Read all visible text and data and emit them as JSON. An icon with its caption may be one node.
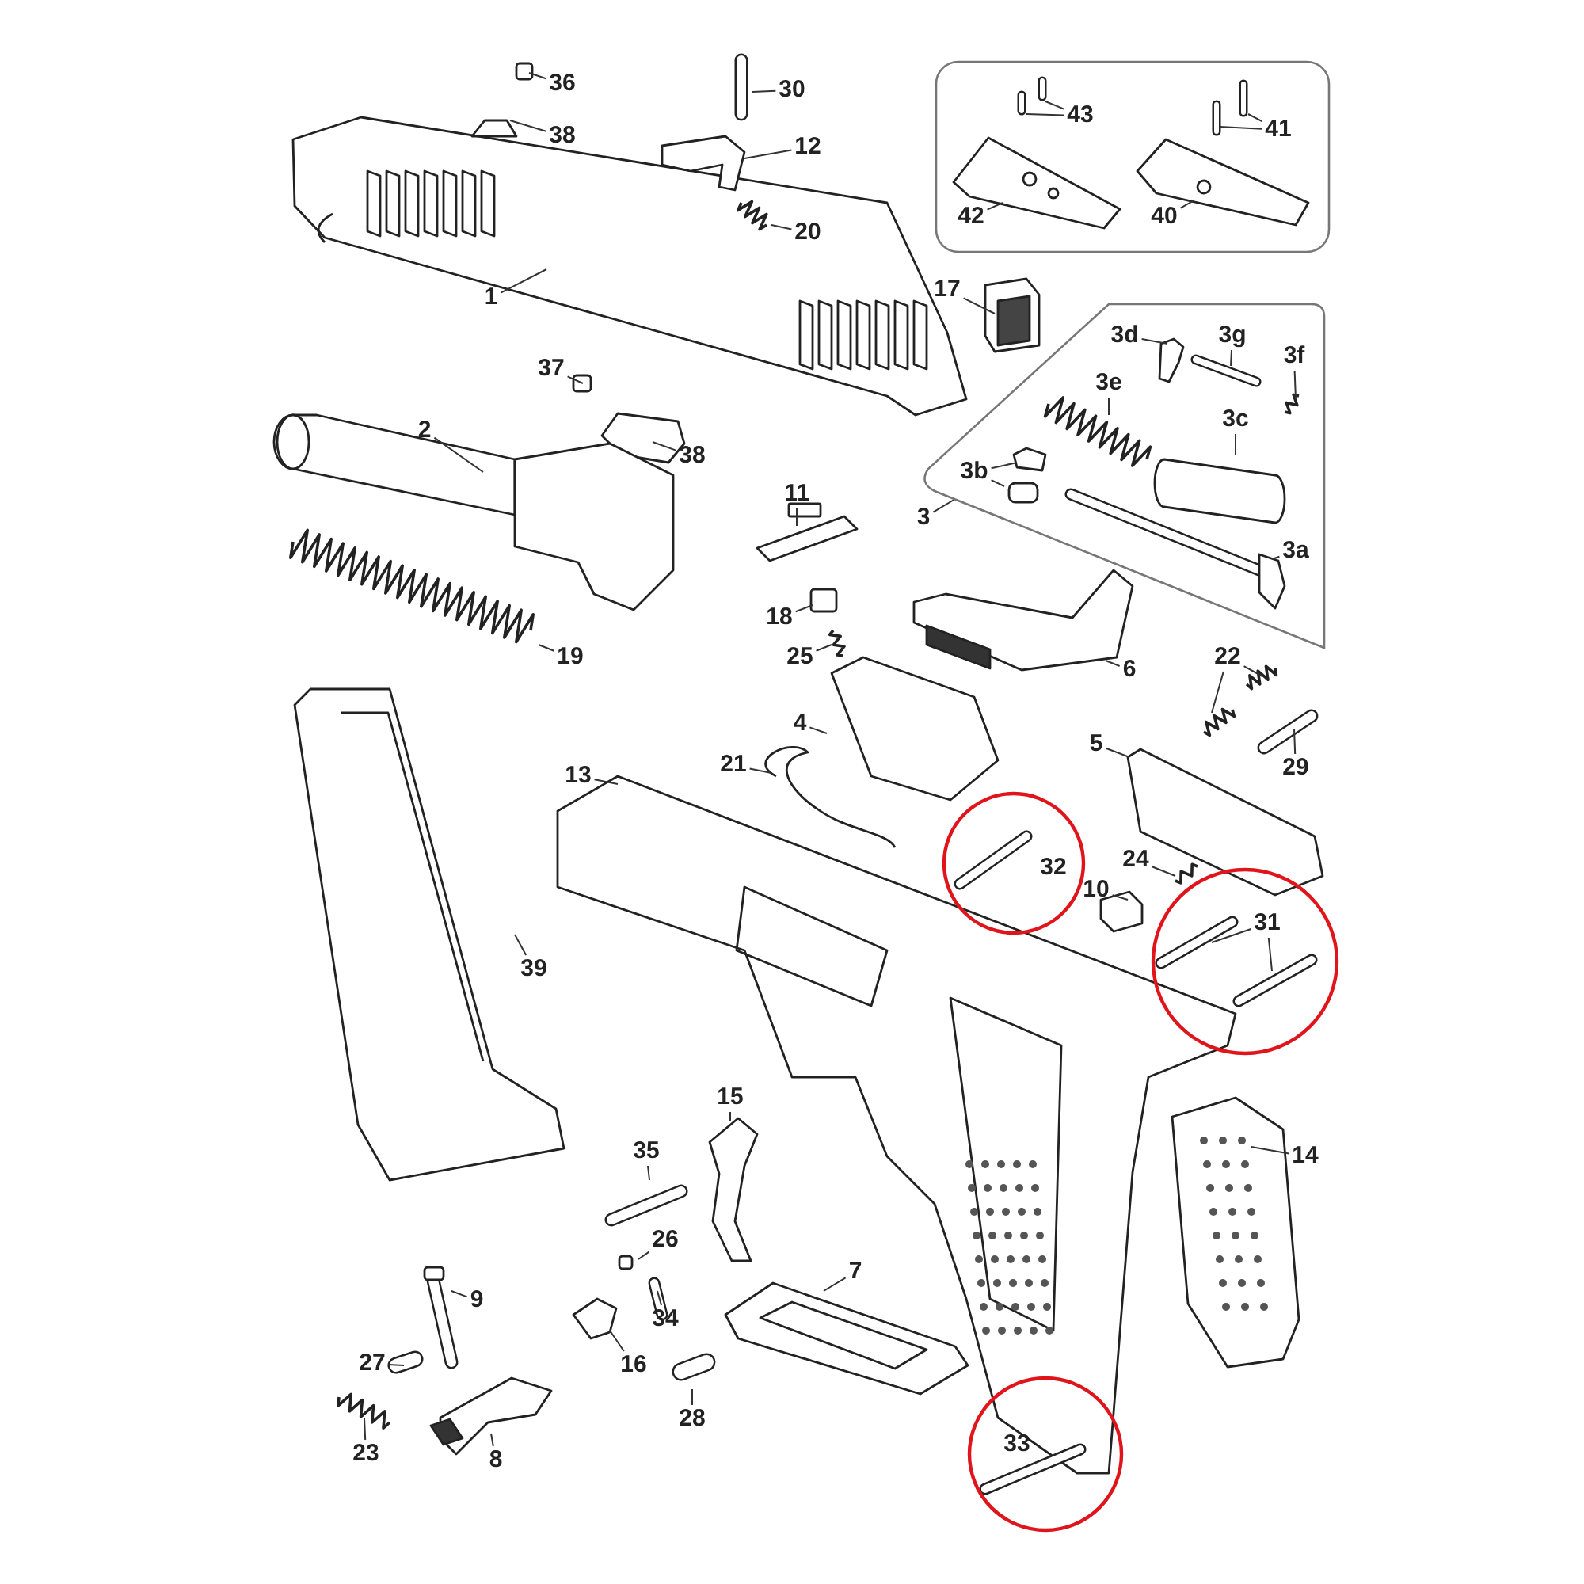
{
  "diagram": {
    "nodes": [
      {
        "text": [],
        "shape": "box"
      },
      {
        "text": [
          "43"
        ],
        "in": 0
      },
      {
        "text": [
          "41"
        ],
        "in": 0
      },
      {
        "text": [
          "42"
        ],
        "in": 0
      },
      {
        "text": [
          "40"
        ],
        "in": 0
      },
      {
        "text": [
          "36"
        ]
      },
      {
        "text": [
          "38"
        ]
      },
      {
        "text": [
          "30"
        ]
      },
      {
        "text": [
          "12"
        ]
      },
      {
        "text": [
          "20"
        ]
      },
      {
        "text": [
          "1"
        ]
      },
      {
        "text": [
          "17"
        ]
      },
      {
        "text": [],
        "shape": "box"
      },
      {
        "text": [
          "3d"
        ],
        "in": 12
      },
      {
        "text": [
          "3g"
        ],
        "in": 12
      },
      {
        "text": [
          "3f"
        ],
        "in": 12
      },
      {
        "text": [
          "3e"
        ],
        "in": 12
      },
      {
        "text": [
          "3c"
        ],
        "in": 12
      },
      {
        "text": [
          "3b"
        ],
        "in": 12
      },
      {
        "text": [
          "3a"
        ],
        "in": 12
      },
      {
        "text": [
          "3"
        ]
      },
      {
        "text": [
          "37"
        ]
      },
      {
        "text": [
          "2"
        ]
      },
      {
        "text": [
          "38"
        ]
      },
      {
        "text": [
          "11"
        ]
      },
      {
        "text": [
          "18"
        ]
      },
      {
        "text": [
          "25"
        ]
      },
      {
        "text": [
          "19"
        ]
      },
      {
        "text": [
          "4"
        ]
      },
      {
        "text": [
          "6"
        ]
      },
      {
        "text": [
          "22"
        ]
      },
      {
        "text": [
          "29"
        ]
      },
      {
        "text": [
          "5"
        ]
      },
      {
        "text": [
          "21"
        ]
      },
      {
        "text": [
          "13"
        ]
      },
      {
        "text": [],
        "shape": "circle"
      },
      {
        "text": [
          "32"
        ],
        "in": 35
      },
      {
        "text": [
          "24"
        ]
      },
      {
        "text": [
          "10"
        ]
      },
      {
        "text": [],
        "shape": "circle"
      },
      {
        "text": [
          "31"
        ],
        "in": 39
      },
      {
        "text": [
          "39"
        ]
      },
      {
        "text": [
          "14"
        ]
      },
      {
        "text": [
          "15"
        ]
      },
      {
        "text": [
          "35"
        ]
      },
      {
        "text": [
          "26"
        ]
      },
      {
        "text": [
          "9"
        ]
      },
      {
        "text": [
          "34"
        ]
      },
      {
        "text": [
          "7"
        ]
      },
      {
        "text": [
          "27"
        ]
      },
      {
        "text": [
          "16"
        ]
      },
      {
        "text": [
          "28"
        ]
      },
      {
        "text": [
          "23"
        ]
      },
      {
        "text": [
          "8"
        ]
      },
      {
        "text": [],
        "shape": "circle"
      },
      {
        "text": [
          "33"
        ],
        "in": 54
      }
    ],
    "edges": [
      {
        "from": 1,
        "to": null,
        "arrow": "none"
      },
      {
        "from": 1,
        "to": null,
        "arrow": "none"
      },
      {
        "from": 2,
        "to": null,
        "arrow": "none"
      },
      {
        "from": 2,
        "to": null,
        "arrow": "none"
      },
      {
        "from": 3,
        "to": null,
        "arrow": "none"
      },
      {
        "from": 4,
        "to": null,
        "arrow": "none"
      },
      {
        "from": 5,
        "to": null,
        "arrow": "none"
      },
      {
        "from": 6,
        "to": null,
        "arrow": "none"
      },
      {
        "from": 7,
        "to": null,
        "arrow": "none"
      },
      {
        "from": 8,
        "to": null,
        "arrow": "none"
      },
      {
        "from": 9,
        "to": null,
        "arrow": "none"
      },
      {
        "from": 10,
        "to": null,
        "arrow": "none"
      },
      {
        "from": 11,
        "to": null,
        "arrow": "none"
      },
      {
        "from": 13,
        "to": null,
        "arrow": "none"
      },
      {
        "from": 14,
        "to": null,
        "arrow": "none"
      },
      {
        "from": 15,
        "to": null,
        "arrow": "none"
      },
      {
        "from": 16,
        "to": null,
        "arrow": "none"
      },
      {
        "from": 17,
        "to": null,
        "arrow": "none"
      },
      {
        "from": 18,
        "to": null,
        "arrow": "none"
      },
      {
        "from": 18,
        "to": null,
        "arrow": "none"
      },
      {
        "from": 19,
        "to": null,
        "arrow": "none"
      },
      {
        "from": 20,
        "to": 12,
        "arrow": "none"
      },
      {
        "from": 21,
        "to": null,
        "arrow": "none"
      },
      {
        "from": 22,
        "to": null,
        "arrow": "none"
      },
      {
        "from": 23,
        "to": null,
        "arrow": "none"
      },
      {
        "from": 24,
        "to": null,
        "arrow": "none"
      },
      {
        "from": 25,
        "to": null,
        "arrow": "none"
      },
      {
        "from": 26,
        "to": null,
        "arrow": "none"
      },
      {
        "from": 27,
        "to": null,
        "arrow": "none"
      },
      {
        "from": 28,
        "to": null,
        "arrow": "none"
      },
      {
        "from": 29,
        "to": null,
        "arrow": "none"
      },
      {
        "from": 30,
        "to": null,
        "arrow": "none"
      },
      {
        "from": 30,
        "to": null,
        "arrow": "none"
      },
      {
        "from": 31,
        "to": null,
        "arrow": "none"
      },
      {
        "from": 32,
        "to": null,
        "arrow": "none"
      },
      {
        "from": 33,
        "to": null,
        "arrow": "none"
      },
      {
        "from": 34,
        "to": null,
        "arrow": "none"
      },
      {
        "from": 37,
        "to": null,
        "arrow": "none"
      },
      {
        "from": 38,
        "to": null,
        "arrow": "none"
      },
      {
        "from": 40,
        "to": null,
        "arrow": "none"
      },
      {
        "from": 40,
        "to": null,
        "arrow": "none"
      },
      {
        "from": 41,
        "to": null,
        "arrow": "none"
      },
      {
        "from": 42,
        "to": null,
        "arrow": "none"
      },
      {
        "from": 43,
        "to": null,
        "arrow": "none"
      },
      {
        "from": 44,
        "to": null,
        "arrow": "none"
      },
      {
        "from": 45,
        "to": null,
        "arrow": "none"
      },
      {
        "from": 46,
        "to": null,
        "arrow": "none"
      },
      {
        "from": 47,
        "to": null,
        "arrow": "none"
      },
      {
        "from": 48,
        "to": null,
        "arrow": "none"
      },
      {
        "from": 49,
        "to": null,
        "arrow": "none"
      },
      {
        "from": 50,
        "to": null,
        "arrow": "none"
      },
      {
        "from": 51,
        "to": null,
        "arrow": "none"
      },
      {
        "from": 52,
        "to": null,
        "arrow": "none"
      },
      {
        "from": 53,
        "to": null,
        "arrow": "none"
      }
    ]
  }
}
